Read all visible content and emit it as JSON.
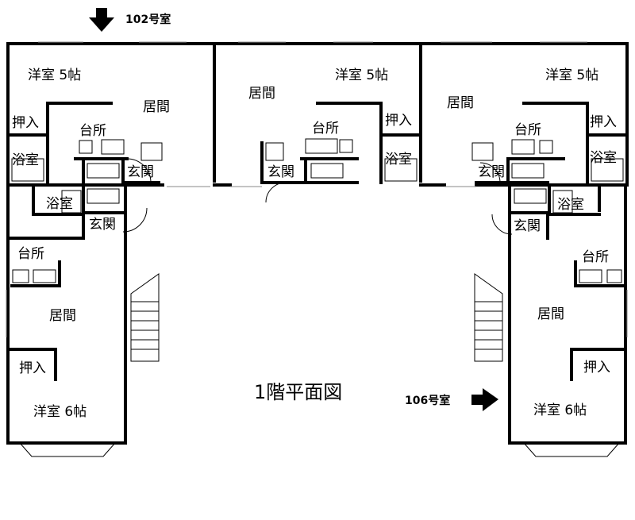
{
  "plan": {
    "title": "1階平面図",
    "unit_labels": {
      "top": "102号室",
      "bottom": "106号室"
    },
    "rooms": {
      "u1": {
        "western": "洋室 5帖",
        "living": "居間",
        "closet": "押入",
        "kitchen": "台所",
        "bath": "浴室",
        "entrance": "玄関"
      },
      "u2": {
        "western": "洋室 6帖",
        "living": "居間",
        "closet": "押入",
        "kitchen": "台所",
        "bath": "浴室",
        "entrance": "玄関"
      },
      "u3": {
        "western": "洋室 5帖",
        "living": "居間",
        "closet": "押入",
        "kitchen": "台所",
        "bath": "浴室",
        "entrance": "玄関"
      },
      "u4": {
        "western": "洋室 5帖",
        "living": "居間",
        "closet": "押入",
        "kitchen": "台所",
        "bath": "浴室",
        "entrance": "玄関"
      },
      "u5": {
        "western": "洋室 6帖",
        "living": "居間",
        "closet": "押入",
        "kitchen": "台所",
        "bath": "浴室",
        "entrance": "玄関"
      }
    }
  }
}
